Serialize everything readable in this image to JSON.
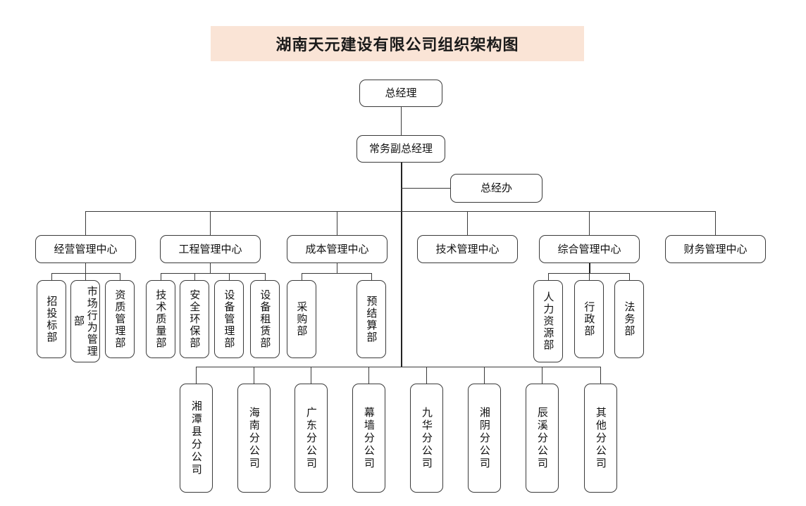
{
  "title": {
    "text": "湖南天元建设有限公司组织架构图",
    "banner_color": "#fae4d6"
  },
  "theme": {
    "background": "#ffffff",
    "box_border": "#3a3a3a",
    "box_fill": "#ffffff",
    "line_color": "#3a3a3a",
    "text_color": "#111111"
  },
  "chart_data": {
    "type": "org-chart",
    "title": "湖南天元建设有限公司组织架构图",
    "root": "总经理",
    "levels": [
      {
        "level": 1,
        "nodes": [
          "总经理"
        ]
      },
      {
        "level": 2,
        "nodes": [
          "常务副总经理"
        ]
      },
      {
        "level": 3,
        "nodes": [
          "总经办"
        ]
      },
      {
        "level": 4,
        "nodes": [
          "经营管理中心",
          "工程管理中心",
          "成本管理中心",
          "技术管理中心",
          "综合管理中心",
          "财务管理中心"
        ]
      },
      {
        "level": 5,
        "nodes": [
          "招投标部",
          "市场行为管理部",
          "资质管理部",
          "技术质量部",
          "安全环保部",
          "设备管理部",
          "设备租赁部",
          "采购部",
          "预结算部",
          "人力资源部",
          "行政部",
          "法务部"
        ]
      },
      {
        "level": 6,
        "nodes": [
          "湘潭县分公司",
          "海南分公司",
          "广东分公司",
          "幕墙分公司",
          "九华分公司",
          "湘阴分公司",
          "辰溪分公司",
          "其他分公司"
        ]
      }
    ],
    "edges": [
      {
        "from": "总经理",
        "to": "常务副总经理"
      },
      {
        "from": "常务副总经理",
        "to": "总经办"
      },
      {
        "from": "常务副总经理",
        "to": "经营管理中心"
      },
      {
        "from": "常务副总经理",
        "to": "工程管理中心"
      },
      {
        "from": "常务副总经理",
        "to": "成本管理中心"
      },
      {
        "from": "常务副总经理",
        "to": "技术管理中心"
      },
      {
        "from": "常务副总经理",
        "to": "综合管理中心"
      },
      {
        "from": "常务副总经理",
        "to": "财务管理中心"
      },
      {
        "from": "经营管理中心",
        "to": "招投标部"
      },
      {
        "from": "经营管理中心",
        "to": "市场行为管理部"
      },
      {
        "from": "经营管理中心",
        "to": "资质管理部"
      },
      {
        "from": "工程管理中心",
        "to": "技术质量部"
      },
      {
        "from": "工程管理中心",
        "to": "安全环保部"
      },
      {
        "from": "工程管理中心",
        "to": "设备管理部"
      },
      {
        "from": "工程管理中心",
        "to": "设备租赁部"
      },
      {
        "from": "成本管理中心",
        "to": "采购部"
      },
      {
        "from": "成本管理中心",
        "to": "预结算部"
      },
      {
        "from": "综合管理中心",
        "to": "人力资源部"
      },
      {
        "from": "综合管理中心",
        "to": "行政部"
      },
      {
        "from": "综合管理中心",
        "to": "法务部"
      },
      {
        "from": "常务副总经理",
        "to": "湘潭县分公司"
      },
      {
        "from": "常务副总经理",
        "to": "海南分公司"
      },
      {
        "from": "常务副总经理",
        "to": "广东分公司"
      },
      {
        "from": "常务副总经理",
        "to": "幕墙分公司"
      },
      {
        "from": "常务副总经理",
        "to": "九华分公司"
      },
      {
        "from": "常务副总经理",
        "to": "湘阴分公司"
      },
      {
        "from": "常务副总经理",
        "to": "辰溪分公司"
      },
      {
        "from": "常务副总经理",
        "to": "其他分公司"
      }
    ]
  },
  "nodes": {
    "general_manager": "总经理",
    "executive_deputy_gm": "常务副总经理",
    "gm_office": "总经办",
    "centers": {
      "operations": "经营管理中心",
      "engineering": "工程管理中心",
      "cost": "成本管理中心",
      "technology": "技术管理中心",
      "general_admin": "综合管理中心",
      "finance": "财务管理中心"
    },
    "departments": {
      "bidding": "招投标部",
      "market_conduct": "市场行为管理部",
      "qualification": "资质管理部",
      "tech_quality": "技术质量部",
      "safety_env": "安全环保部",
      "equipment_mgmt": "设备管理部",
      "equipment_lease": "设备租赁部",
      "procurement": "采购部",
      "budget_settlement": "预结算部",
      "human_resources": "人力资源部",
      "administration": "行政部",
      "legal_affairs": "法务部"
    },
    "branches": {
      "xiangtan": "湘潭县分公司",
      "hainan": "海南分公司",
      "guangdong": "广东分公司",
      "curtain_wall": "幕墙分公司",
      "jiuhua": "九华分公司",
      "xiangyin": "湘阴分公司",
      "chenxi": "辰溪分公司",
      "others": "其他分公司"
    }
  }
}
